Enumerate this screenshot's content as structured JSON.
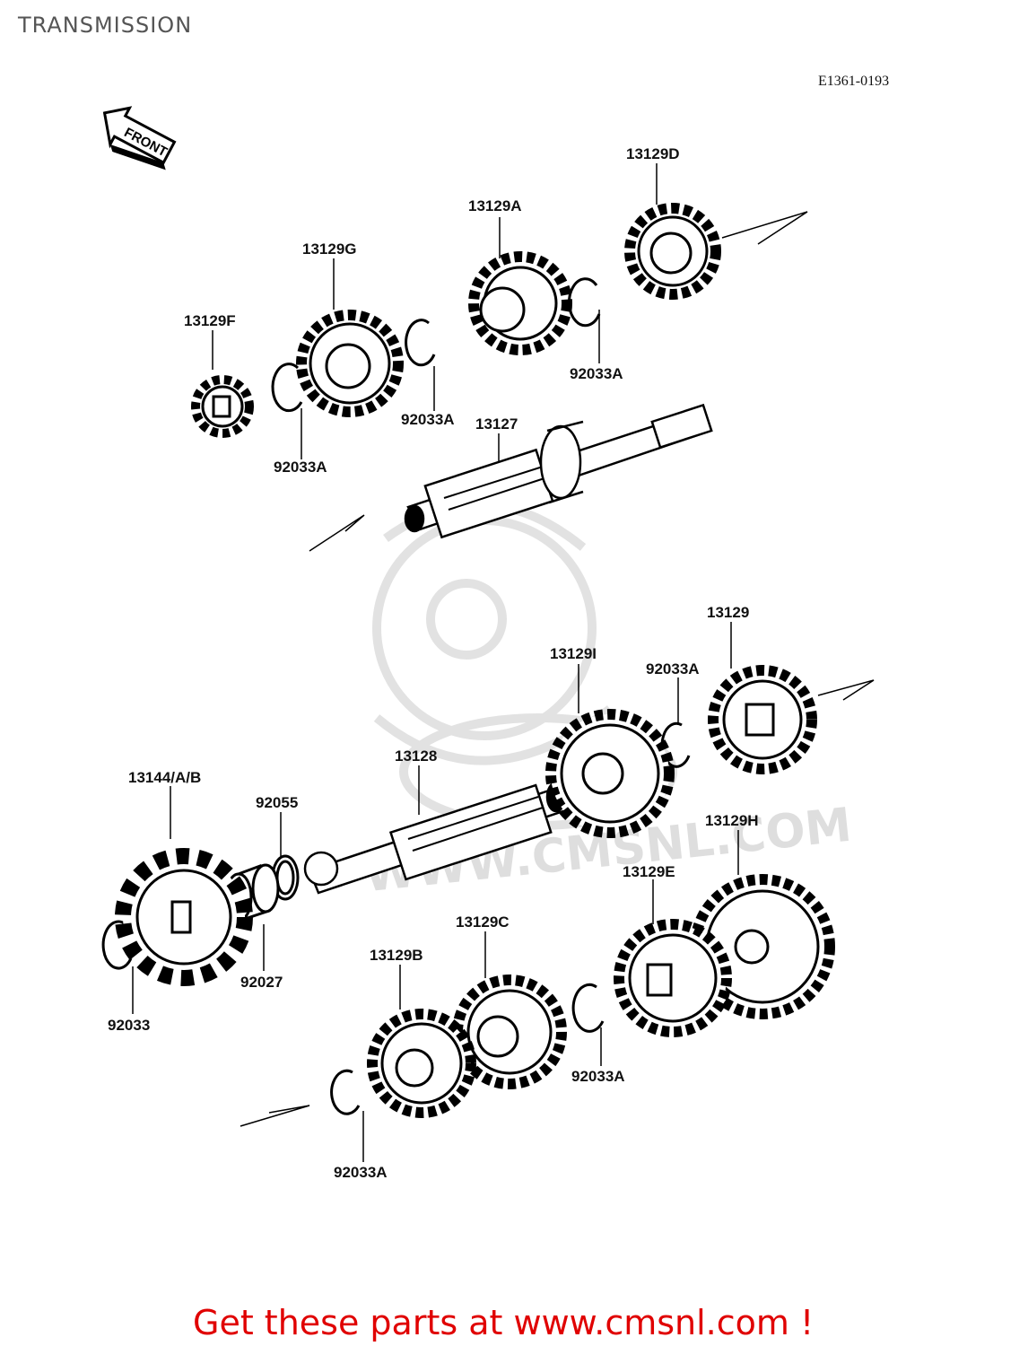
{
  "header": {
    "title": "TRANSMISSION",
    "diagram_code": "E1361-0193"
  },
  "front_arrow": {
    "label": "FRONT"
  },
  "watermark": {
    "text": "WWW.CMSNL.COM"
  },
  "callouts": {
    "c_13129D": "13129D",
    "c_13129A": "13129A",
    "c_13129G": "13129G",
    "c_13129F": "13129F",
    "c_92033A_1": "92033A",
    "c_92033A_2": "92033A",
    "c_92033A_3": "92033A",
    "c_13127": "13127",
    "c_13129": "13129",
    "c_13129I": "13129I",
    "c_92033A_4": "92033A",
    "c_13128": "13128",
    "c_13144": "13144/A/B",
    "c_92055": "92055",
    "c_13129H": "13129H",
    "c_13129E": "13129E",
    "c_13129C": "13129C",
    "c_13129B": "13129B",
    "c_92027": "92027",
    "c_92033": "92033",
    "c_92033A_5": "92033A",
    "c_92033A_6": "92033A"
  },
  "footer": {
    "link_text": "Get these parts at www.cmsnl.com !",
    "link_color": "#e00000"
  }
}
